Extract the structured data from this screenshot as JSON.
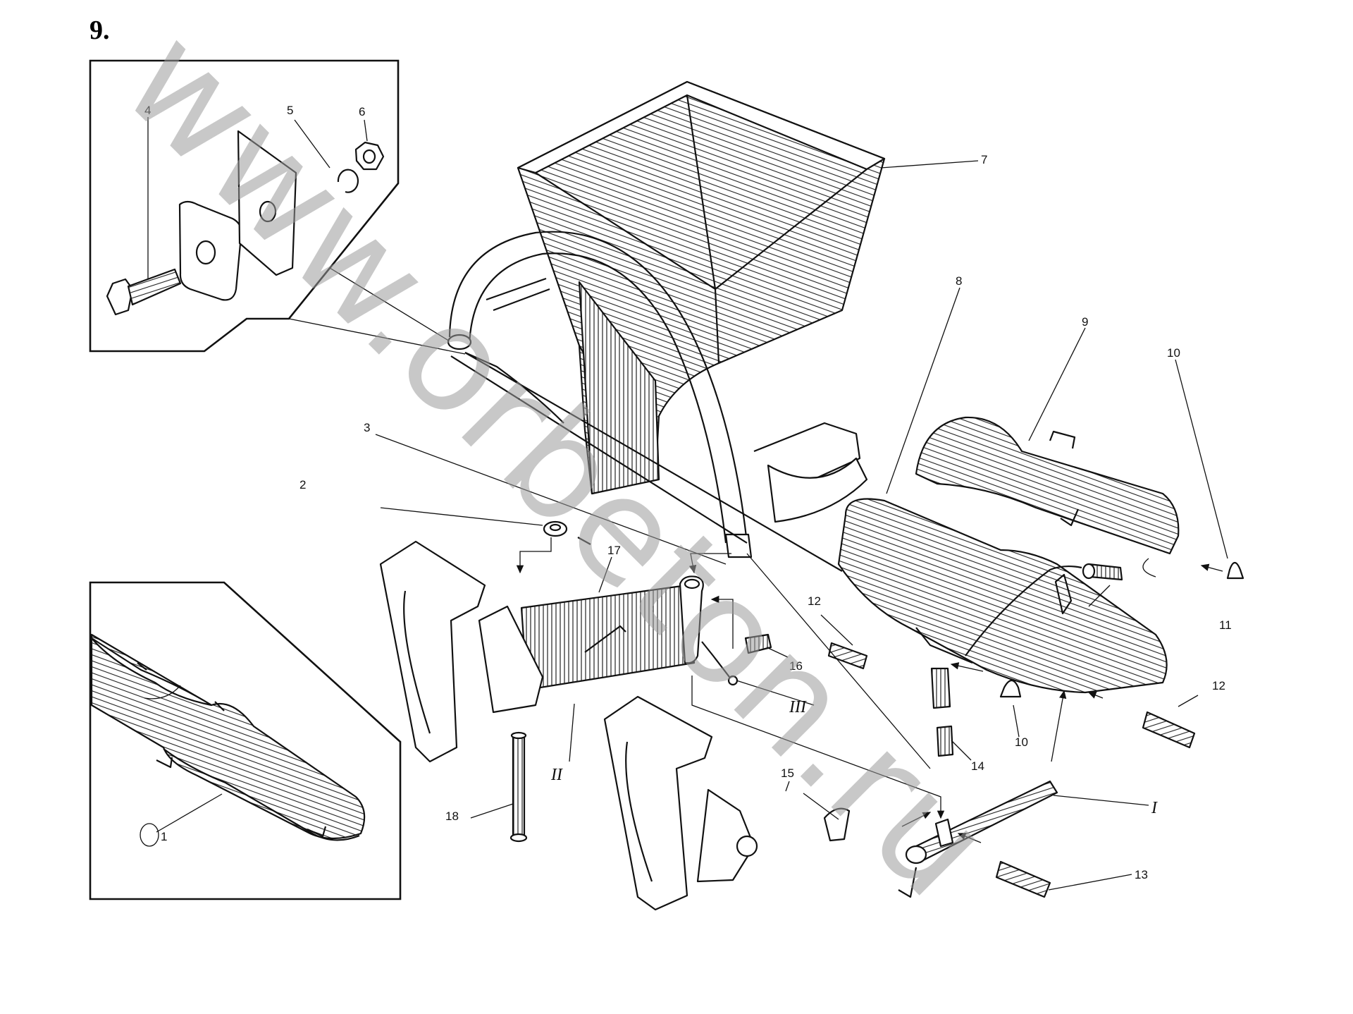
{
  "figure_number": "9.",
  "watermark": "www.orbeton.ru",
  "part_labels": [
    "1",
    "2",
    "3",
    "4",
    "5",
    "6",
    "7",
    "8",
    "9",
    "10",
    "10",
    "11",
    "12",
    "12",
    "13",
    "14",
    "15",
    "16",
    "17",
    "18"
  ],
  "view_labels": [
    "I",
    "II",
    "III"
  ]
}
